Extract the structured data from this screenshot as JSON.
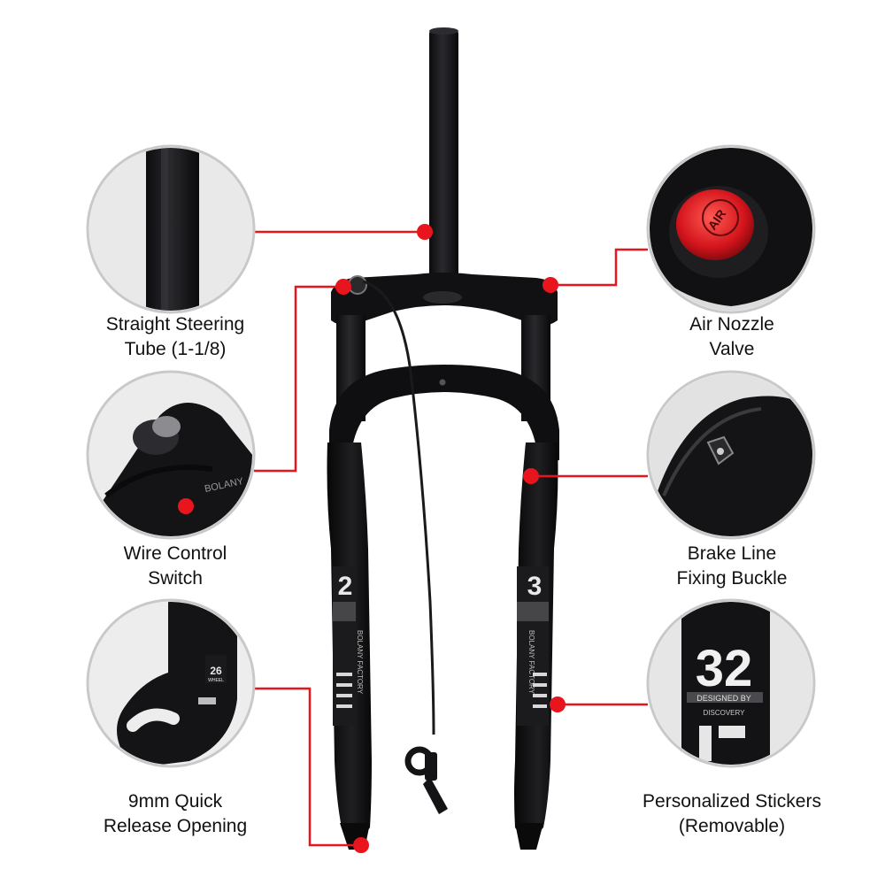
{
  "callouts": {
    "steering_tube": {
      "line1": "Straight Steering",
      "line2": "Tube (1-1/8)"
    },
    "air_nozzle": {
      "line1": "Air Nozzle",
      "line2": "Valve"
    },
    "wire_control": {
      "line1": "Wire Control",
      "line2": "Switch"
    },
    "brake_line": {
      "line1": "Brake Line",
      "line2": "Fixing Buckle"
    },
    "quick_release": {
      "line1": "9mm Quick",
      "line2": "Release Opening"
    },
    "stickers": {
      "line1": "Personalized Stickers",
      "line2": "(Removable)"
    }
  },
  "fork_decals": {
    "number_left": "2",
    "number_right": "3",
    "side_text": "BOLANY FACTORY",
    "brand": "BOLANY"
  },
  "detail_texts": {
    "valve_cap": "AIR",
    "wheel_size": "26",
    "wheel_unit": "WHEEL",
    "sticker_number": "32",
    "sticker_line1": "DESIGNED BY",
    "sticker_line2": "DISCOVERY"
  },
  "colors": {
    "accent": "#e8141e",
    "ring": "#c9c9c9",
    "fork": "#141416",
    "text": "#111111"
  }
}
